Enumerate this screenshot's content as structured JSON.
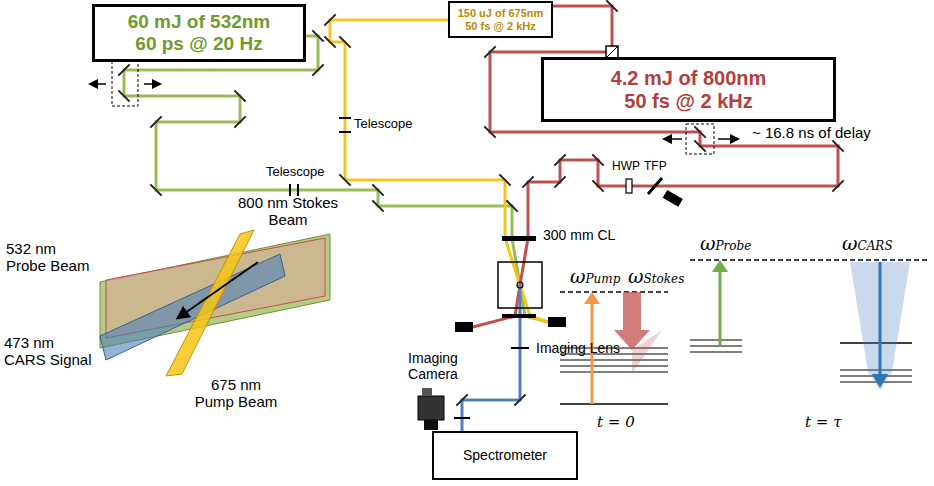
{
  "diagram": {
    "nodes": [
      {
        "text": [
          "60 mJ of 532nm",
          "60 ps @ 20 Hz"
        ]
      },
      {
        "text": [
          "150 uJ of 675nm",
          "50 fs @ 2 kHz"
        ]
      },
      {
        "text": [
          "4.2 mJ of 800nm",
          "50 fs @ 2 kHz"
        ]
      },
      {
        "text": [
          "Spectrometer"
        ]
      }
    ],
    "labels": [
      "Telescope",
      "Telescope",
      "~ 16.8 ns of delay",
      "HWP",
      "TFP",
      "300 mm CL",
      "Imaging Lens",
      "Imaging Camera",
      "800 nm Stokes Beam",
      "532 nm Probe Beam",
      "473 nm CARS Signal",
      "675 nm Pump Beam",
      "ωPump",
      "ωStokes",
      "t = 0",
      "ωProbe",
      "ωCARS",
      "t = τ"
    ]
  }
}
